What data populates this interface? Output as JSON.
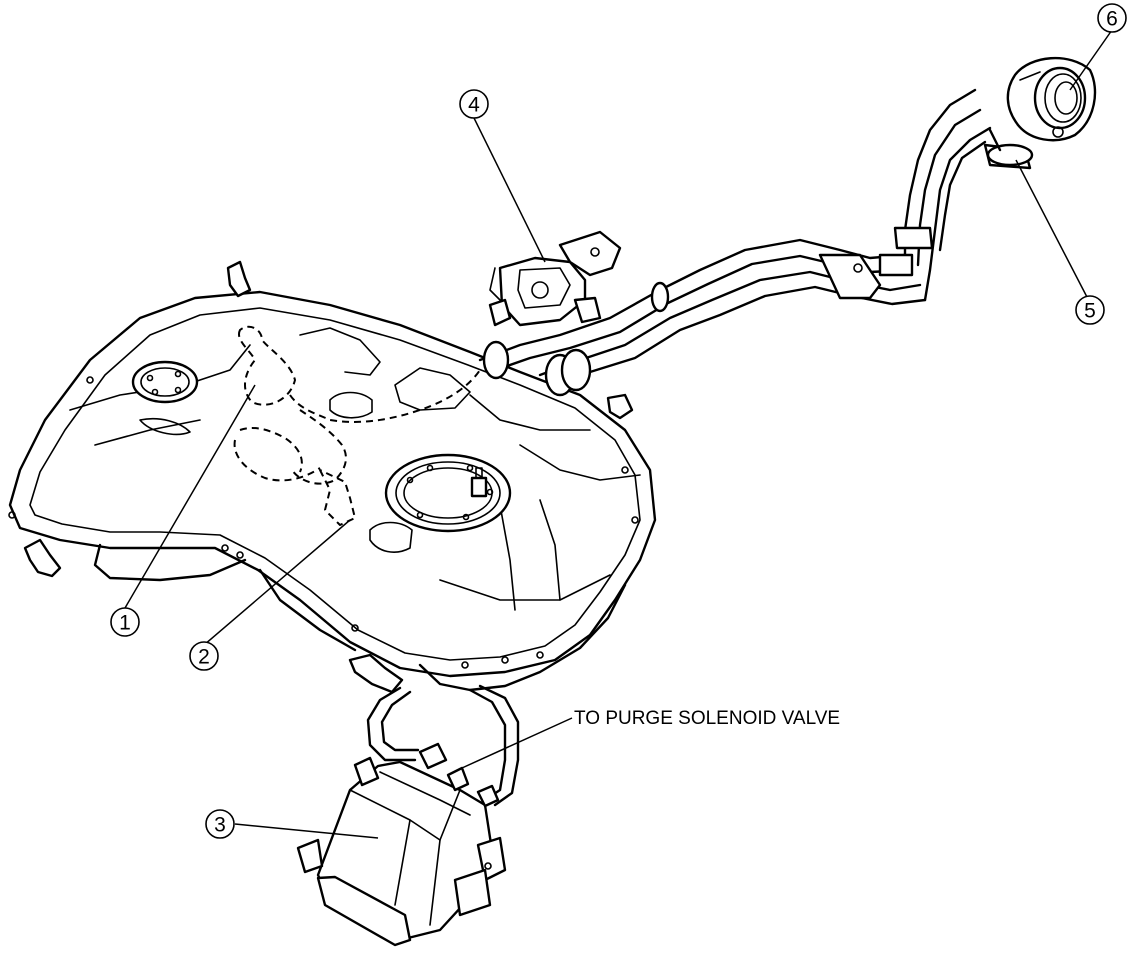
{
  "callouts": [
    {
      "id": "1",
      "label": "1"
    },
    {
      "id": "2",
      "label": "2"
    },
    {
      "id": "3",
      "label": "3"
    },
    {
      "id": "4",
      "label": "4"
    },
    {
      "id": "5",
      "label": "5"
    },
    {
      "id": "6",
      "label": "6"
    }
  ],
  "annotation": {
    "purge_text": "TO PURGE SOLENOID VALVE"
  }
}
